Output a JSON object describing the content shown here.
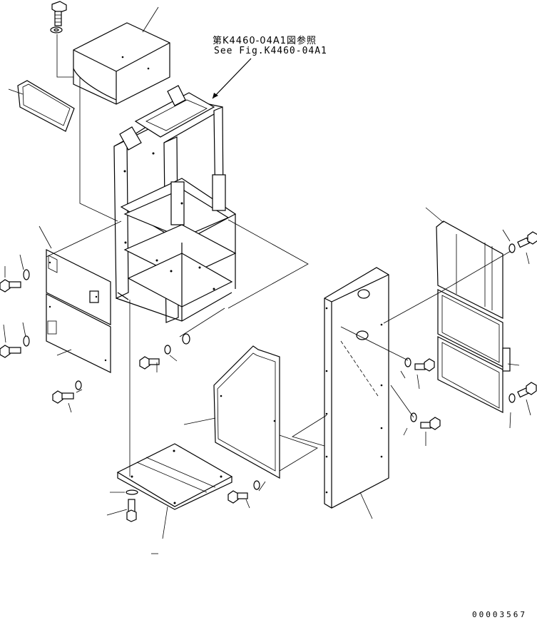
{
  "reference_note": {
    "japanese": "第K4460-04A1図参照",
    "english": "See Fig.K4460-04A1"
  },
  "drawing_number": "00003567"
}
